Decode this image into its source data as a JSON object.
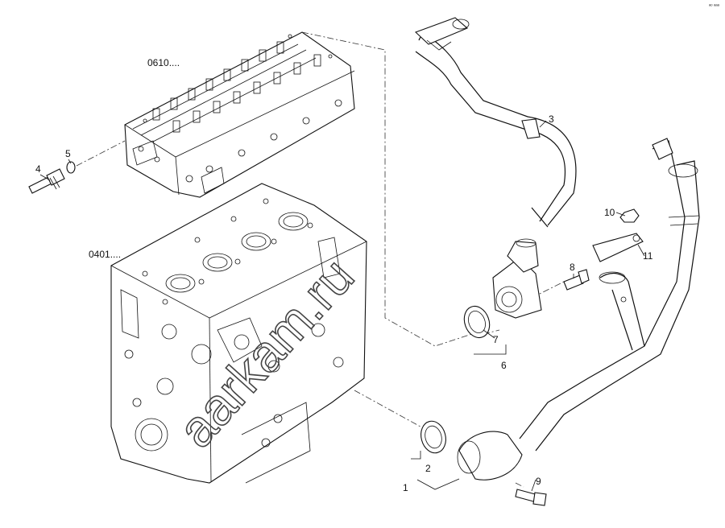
{
  "corner_mark": "ᵃᵒ ᵃᵃᵃ",
  "watermark": "aarkam.ru",
  "labels": {
    "ref_0610": "0610....",
    "ref_0401": "0401....",
    "p1": "1",
    "p2": "2",
    "p3": "3",
    "p4": "4",
    "p5": "5",
    "p6": "6",
    "p7": "7",
    "p8": "8",
    "p9": "9",
    "p10": "10",
    "p11": "11"
  }
}
